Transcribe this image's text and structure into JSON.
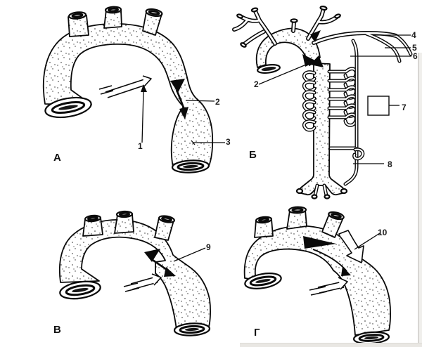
{
  "canvas": {
    "background": "#ffffff",
    "ink": "#0a0a0a",
    "page_edge_color": "#d8d6d3",
    "page_fill_color": "#efeeec"
  },
  "panels": {
    "a": {
      "letter": "А"
    },
    "b": {
      "letter": "Б"
    },
    "v": {
      "letter": "В"
    },
    "g": {
      "letter": "Г"
    }
  },
  "callouts": {
    "c1": {
      "label": "1"
    },
    "c2a": {
      "label": "2"
    },
    "c3": {
      "label": "3"
    },
    "c2b": {
      "label": "2"
    },
    "c4": {
      "label": "4"
    },
    "c5": {
      "label": "5"
    },
    "c6": {
      "label": "6"
    },
    "c7": {
      "label": "7"
    },
    "c8": {
      "label": "8"
    },
    "c9": {
      "label": "9"
    },
    "c10": {
      "label": "10"
    }
  }
}
